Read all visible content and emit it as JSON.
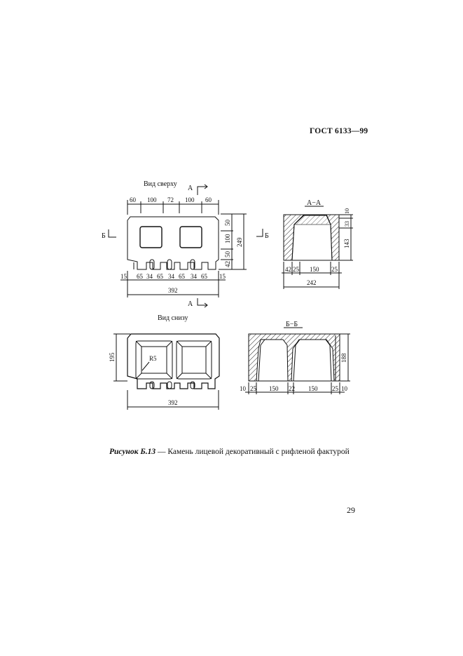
{
  "header": {
    "standard": "ГОСТ 6133—99"
  },
  "figure": {
    "top_view": {
      "title": "Вид сверху",
      "top_dims": [
        "60",
        "100",
        "72",
        "100",
        "60"
      ],
      "bottom_dims": [
        "15",
        "65",
        "34",
        "65",
        "34",
        "65",
        "34",
        "65",
        "15"
      ],
      "right_dims": [
        "50",
        "100",
        "50",
        "42"
      ],
      "height": "249",
      "length": "392"
    },
    "section_aa": {
      "title": "А−А",
      "right_dims": [
        "10",
        "33",
        "143"
      ],
      "bottom_dims": [
        "42",
        "25",
        "150",
        "25"
      ],
      "width": "242"
    },
    "bottom_view": {
      "title": "Вид снизу",
      "height": "195",
      "radius": "R5",
      "length": "392"
    },
    "section_bb": {
      "title": "Б−Б",
      "height": "188",
      "bottom_dims": [
        "10",
        "25",
        "150",
        "22",
        "150",
        "25",
        "10"
      ]
    },
    "section_marks": {
      "a": "А",
      "b": "Б"
    }
  },
  "caption": {
    "label": "Рисунок Б.13",
    "text": " — Камень лицевой декоративный с рифленой фактурой"
  },
  "page_number": "29"
}
